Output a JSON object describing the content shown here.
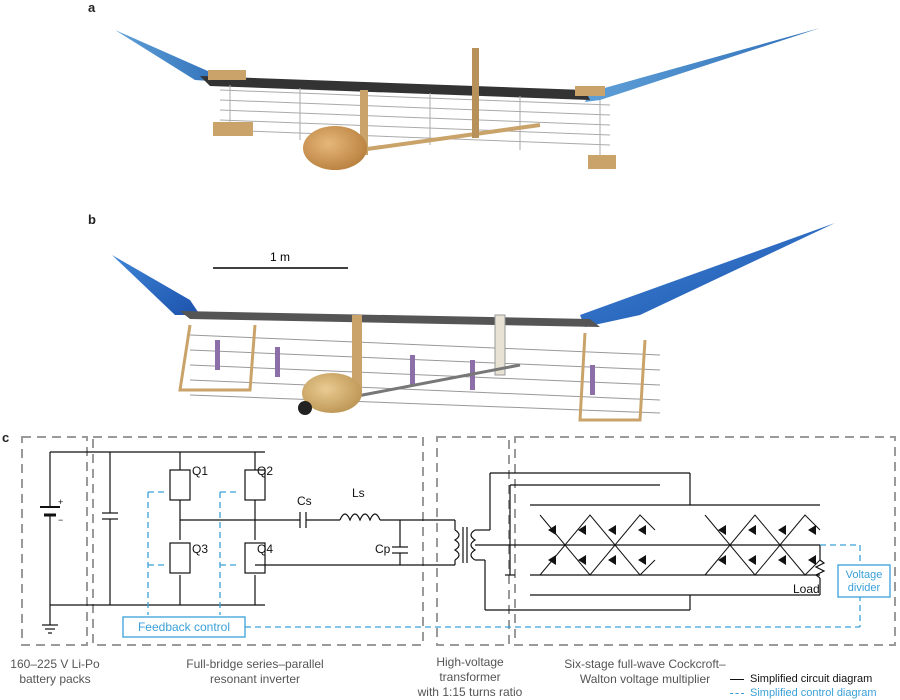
{
  "panels": {
    "a": {
      "letter": "a"
    },
    "b": {
      "letter": "b",
      "scale_bar_label": "1 m"
    },
    "c": {
      "letter": "c"
    }
  },
  "circuit": {
    "components": {
      "q1": "Q1",
      "q2": "Q2",
      "q3": "Q3",
      "q4": "Q4",
      "cs": "Cs",
      "ls": "Ls",
      "cp": "Cp",
      "load": "Load"
    },
    "boxes": {
      "feedback": "Feedback control",
      "voltage_divider_line1": "Voltage",
      "voltage_divider_line2": "divider"
    },
    "battery_polarity": {
      "plus": "+",
      "minus": "−"
    }
  },
  "stage_captions": {
    "battery_line1": "160–225 V Li-Po",
    "battery_line2": "battery packs",
    "inverter_line1": "Full-bridge series–parallel",
    "inverter_line2": "resonant inverter",
    "transformer_line1": "High-voltage",
    "transformer_line2": "transformer",
    "transformer_line3": "with 1:15 turns ratio",
    "multiplier_line1": "Six-stage full-wave Cockcroft–",
    "multiplier_line2": "Walton voltage multiplier"
  },
  "legend": {
    "circuit": "Simplified circuit diagram",
    "control": "Simplified control diagram"
  },
  "colors": {
    "wing_blue": "#3b7fc4",
    "wing_blue_dark": "#1f56b0",
    "control_blue": "#3aa0d8",
    "box_grey": "#9a9a9a",
    "balsa": "#c9a36a"
  }
}
